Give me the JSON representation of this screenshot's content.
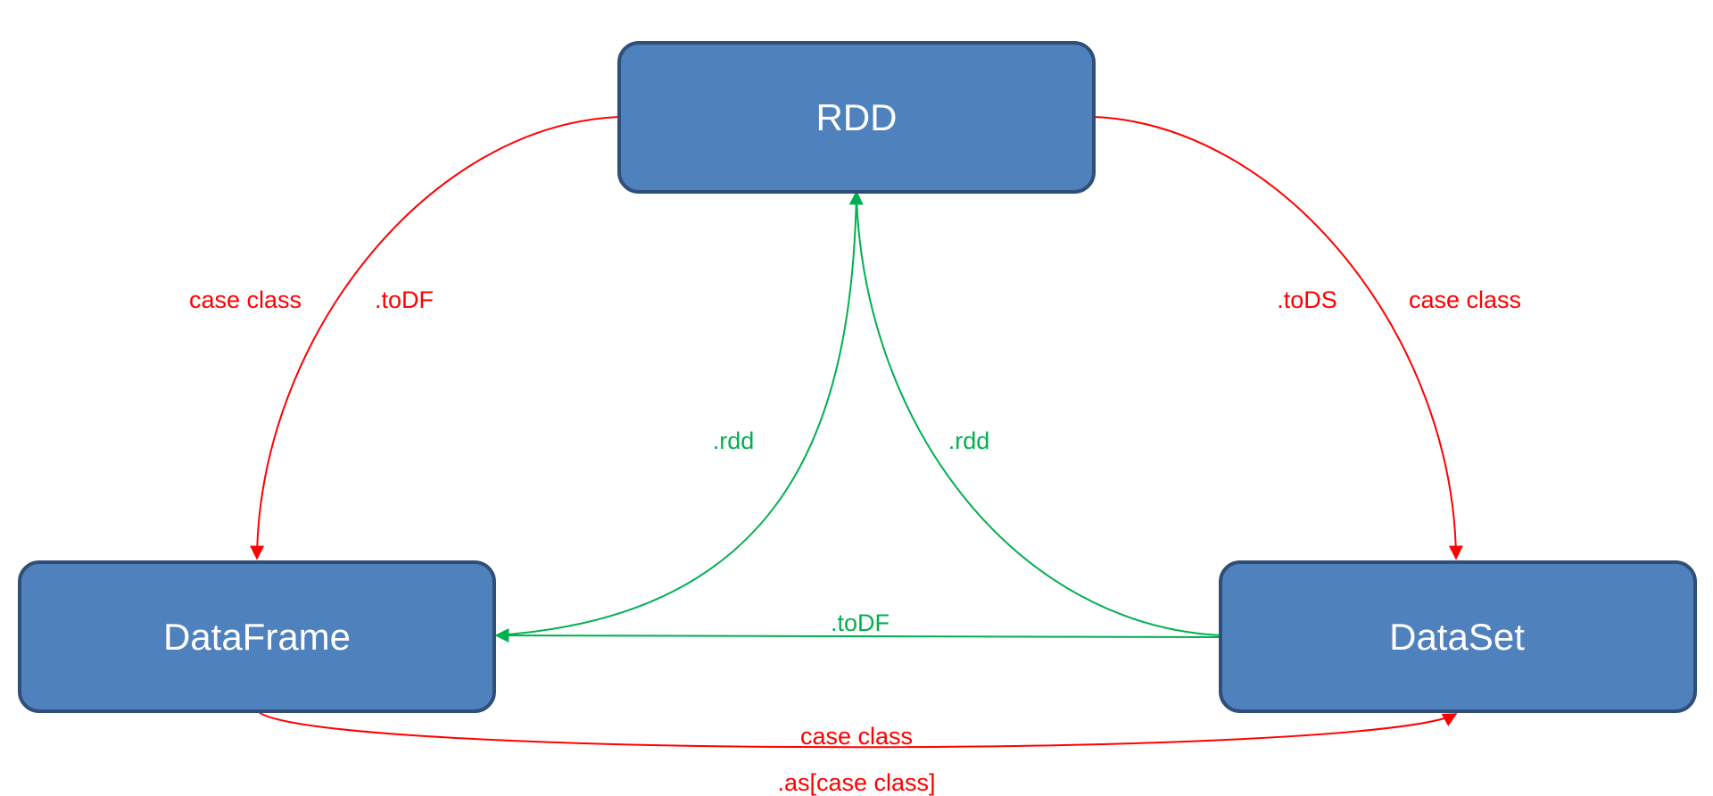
{
  "nodes": {
    "rdd": "RDD",
    "dataframe": "DataFrame",
    "dataset": "DataSet"
  },
  "edges": {
    "rdd_to_dataframe": {
      "labels": [
        "case class",
        ".toDF"
      ],
      "color": "#ff0000"
    },
    "rdd_to_dataset": {
      "labels": [
        ".toDS",
        "case class"
      ],
      "color": "#ff0000"
    },
    "dataframe_to_rdd": {
      "label": ".rdd",
      "color": "#00b050"
    },
    "dataset_to_rdd": {
      "label": ".rdd",
      "color": "#00b050"
    },
    "dataset_to_dataframe": {
      "label": ".toDF",
      "color": "#00b050"
    },
    "dataframe_to_dataset": {
      "labels": [
        "case class",
        ".as[case class]"
      ],
      "color": "#ff0000"
    }
  },
  "colors": {
    "node_fill": "#4f81bd",
    "node_border": "#2f4f78",
    "node_text": "#ffffff"
  }
}
